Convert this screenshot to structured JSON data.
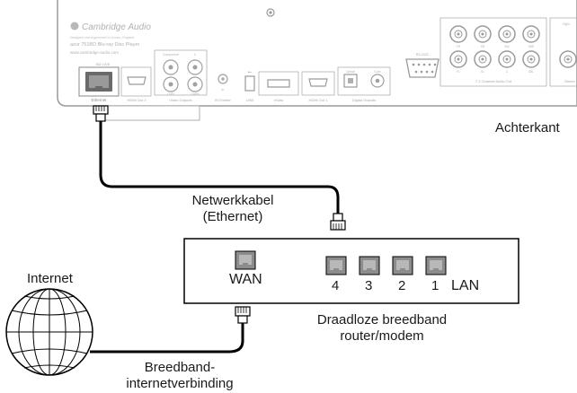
{
  "panel": {
    "brand": "Cambridge Audio",
    "tagline": "Designed and engineered in London, England",
    "model": "azur 751BD Blu-ray Disc Player",
    "website": "www.cambridge-audio.com",
    "bdlive": "BD LIVE",
    "port_labels": {
      "ethernet": "Ethernet",
      "hdmi2": "HDMI Out 2",
      "video": "Video Outputs",
      "component": "Component",
      "v": "V",
      "crpr": "Cr/Pr",
      "cbpb": "Cb/Pb",
      "ir": "IR Emitter",
      "ir_in": "In",
      "usb": "USB",
      "esata": "eSata",
      "hdmi1": "HDMI Out 1",
      "digital": "Digital Outputs",
      "optical": "Optical",
      "coax": "Coax",
      "rs232": "RS-232C",
      "analog71": "7.1 Channel Audio Out",
      "ch_fl": "FL",
      "ch_sl": "SL",
      "ch_c": "C",
      "ch_sbl": "SBL",
      "ch_fr": "FR",
      "ch_sr": "SR",
      "ch_sw": "SW",
      "ch_sbr": "SBR",
      "right": "Right",
      "stereo": "Stereo"
    }
  },
  "labels": {
    "rear_panel": "Achterkant",
    "network_cable_line1": "Netwerkkabel",
    "network_cable_line2": "(Ethernet)",
    "internet": "Internet",
    "broadband_line1": "Breedband-",
    "broadband_line2": "internetverbinding",
    "router_line1": "Draadloze breedband",
    "router_line2": "router/modem",
    "wan": "WAN",
    "lan": "LAN",
    "lan_ports": [
      "4",
      "3",
      "2",
      "1"
    ]
  },
  "colors": {
    "panel_outline": "#9a9a9a",
    "panel_text": "#b0b0b0",
    "cable": "#000000",
    "port_fill": "#8c8c8c"
  }
}
